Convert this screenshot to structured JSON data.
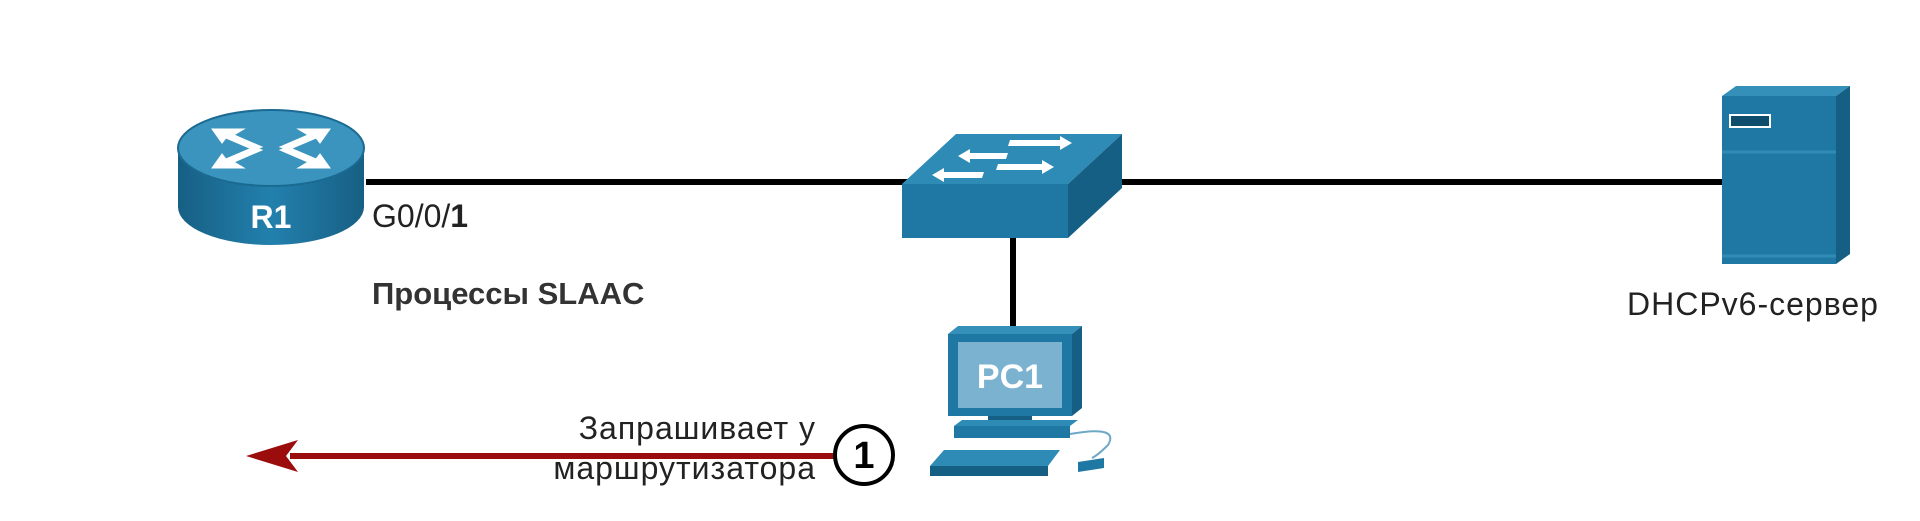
{
  "router": {
    "name": "R1",
    "port_prefix": "G0/0/",
    "port_number": "1"
  },
  "switch": {},
  "pc": {
    "name": "PC1"
  },
  "server": {
    "label": "DHCPv6-сервер"
  },
  "diagram": {
    "title": "Процессы SLAAC"
  },
  "step": {
    "number": "1",
    "text_line1": "Запрашивает у",
    "text_line2": "маршрутизатора"
  },
  "colors": {
    "device_blue": "#1d6f96",
    "device_top": "#2b86b0",
    "device_dark": "#155a7c",
    "link": "#000000",
    "arrow": "#9b0d0d"
  }
}
